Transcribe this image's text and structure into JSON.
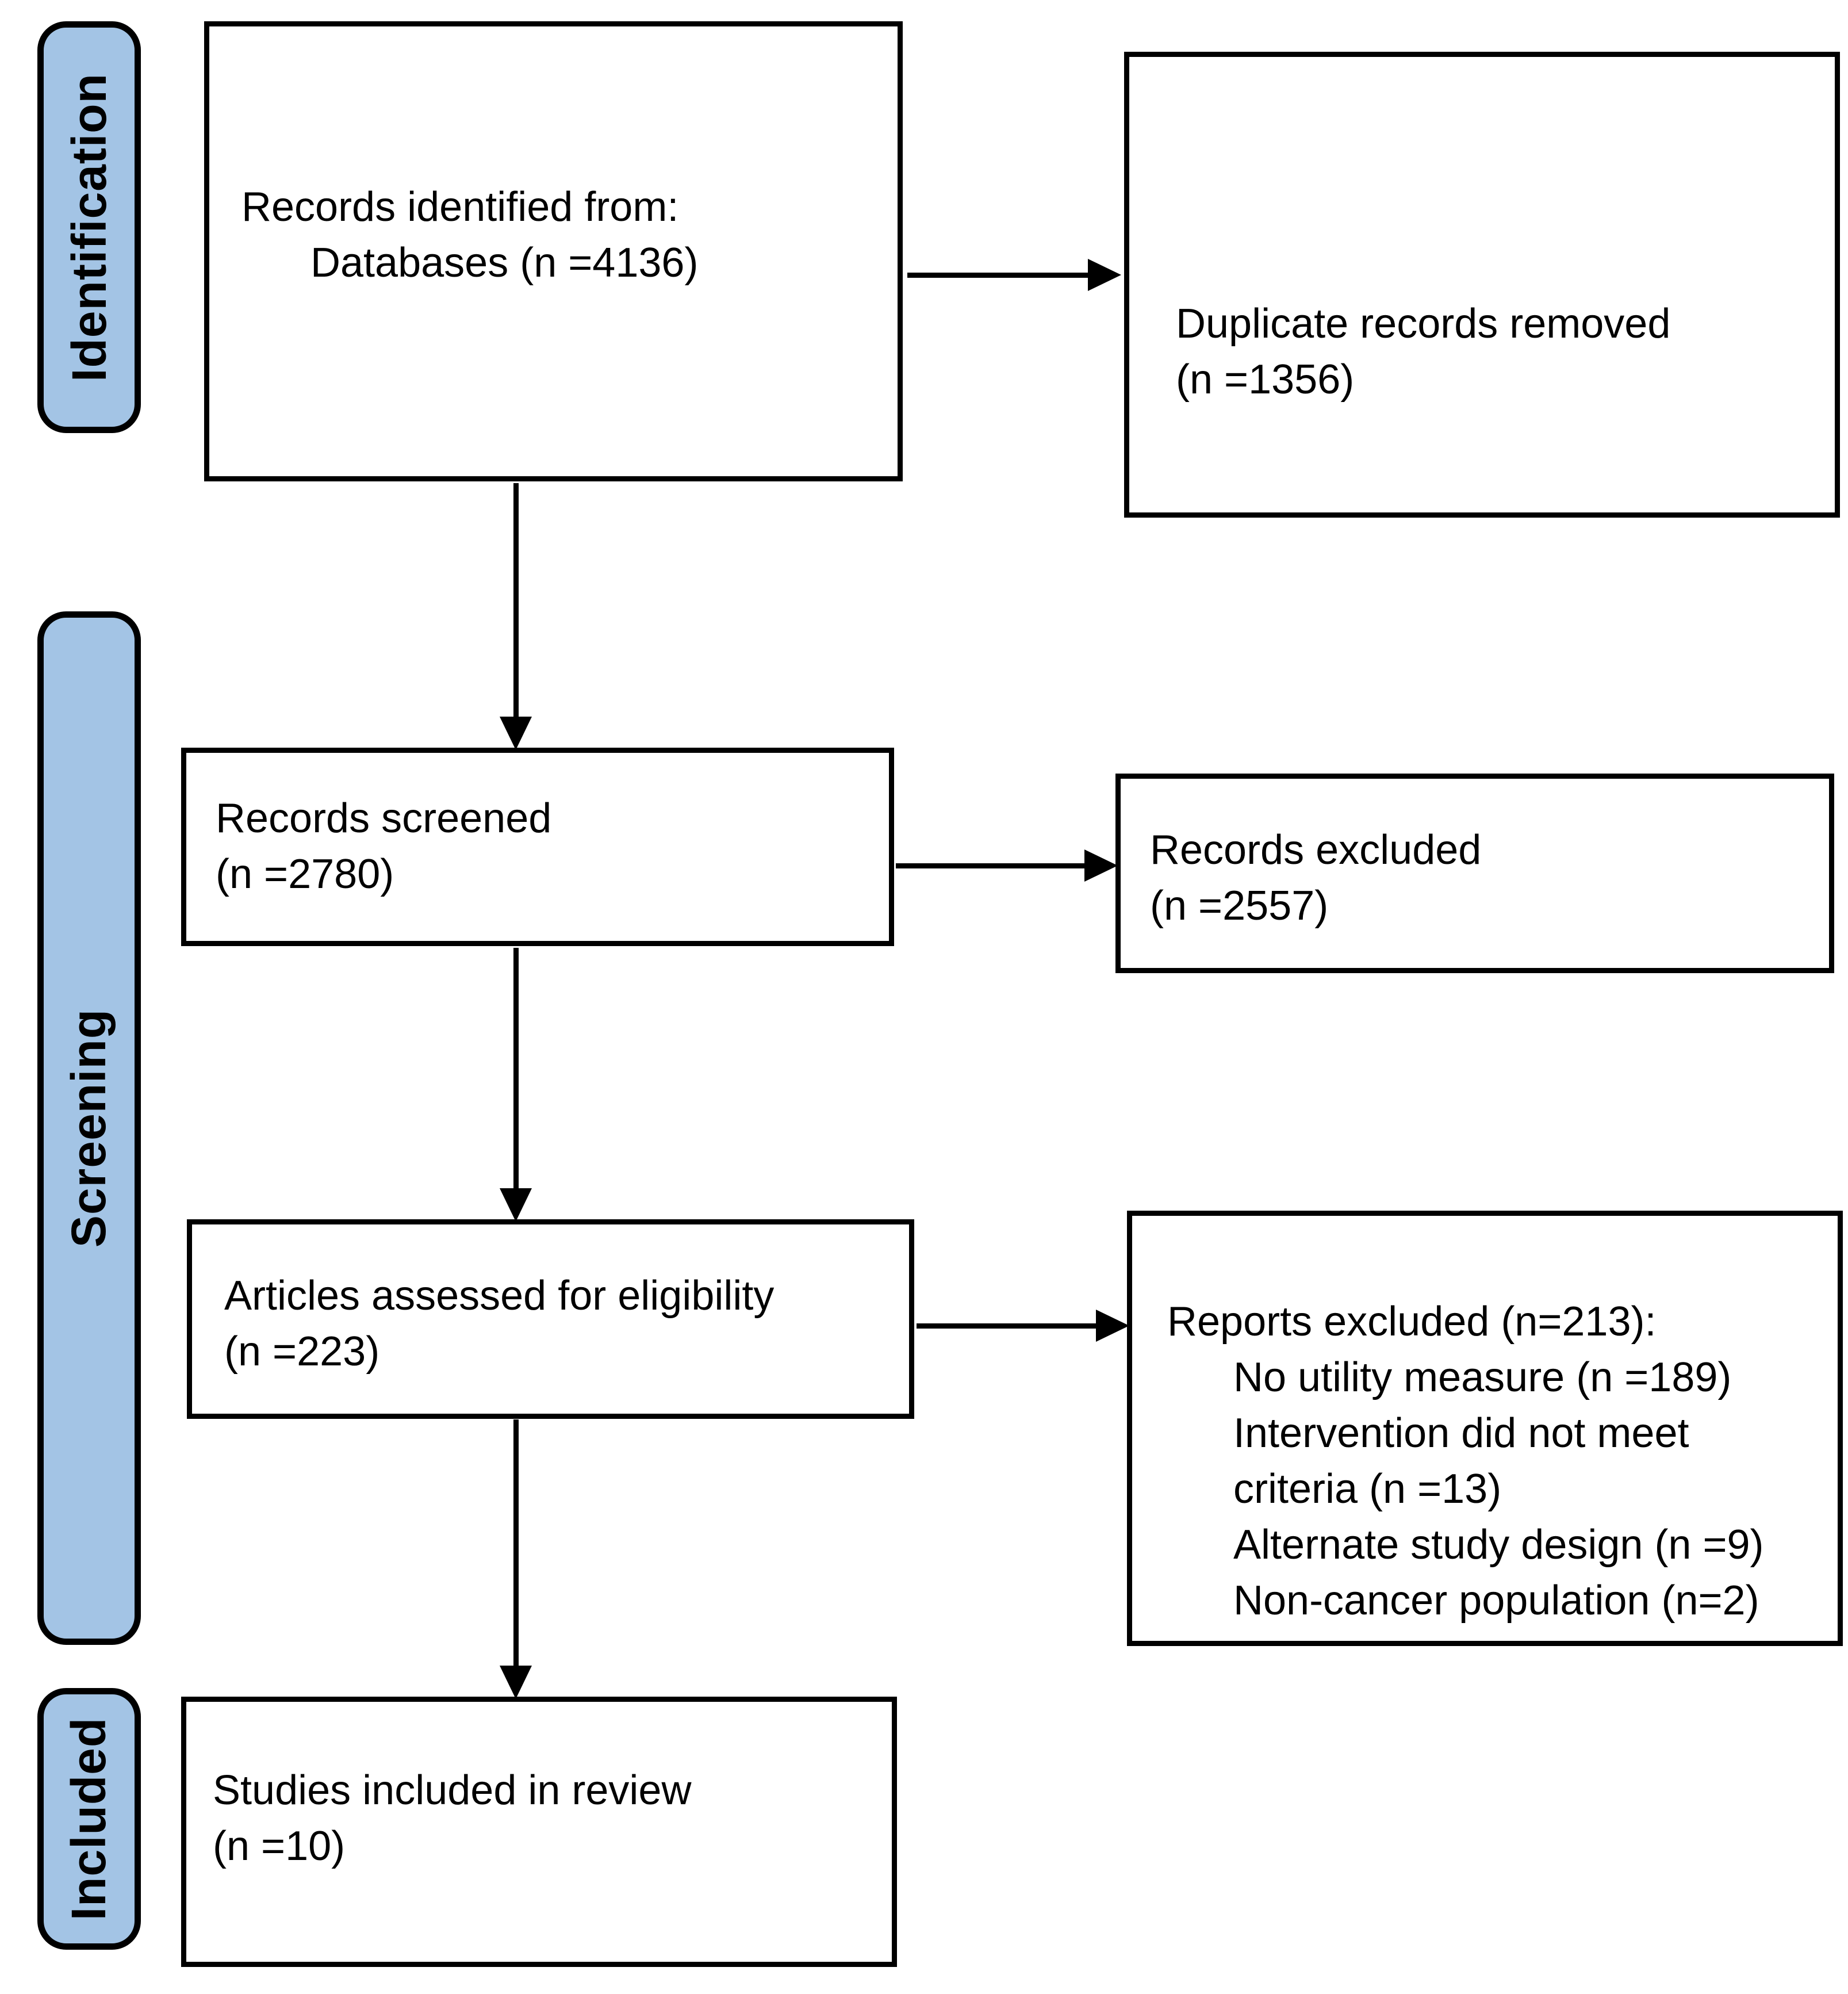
{
  "diagram": {
    "type": "prisma-flow",
    "colors": {
      "stage_fill": "#a3c4e5",
      "line": "#000000",
      "box_fill": "#ffffff"
    },
    "stages": {
      "identification": "Identification",
      "screening": "Screening",
      "included": "Included"
    },
    "boxes": {
      "identified": {
        "line1": "Records identified from:",
        "line2": "Databases (n =4136)"
      },
      "duplicates": {
        "line1": "Duplicate records removed",
        "line2": "(n =1356)"
      },
      "screened": {
        "line1": "Records screened",
        "line2": "(n =2780)"
      },
      "records_excluded": {
        "line1": "Records excluded",
        "line2": "(n =2557)"
      },
      "assessed": {
        "line1": "Articles assessed for eligibility",
        "line2": "(n =223)"
      },
      "reports_excluded": {
        "heading": "Reports excluded (n=213):",
        "reasons": [
          "No utility measure (n =189)",
          "Intervention did not meet",
          "criteria (n =13)",
          "Alternate study design (n =9)",
          "Non-cancer population (n=2)"
        ]
      },
      "included_studies": {
        "line1": "Studies included in review",
        "line2": "(n =10)"
      }
    }
  }
}
